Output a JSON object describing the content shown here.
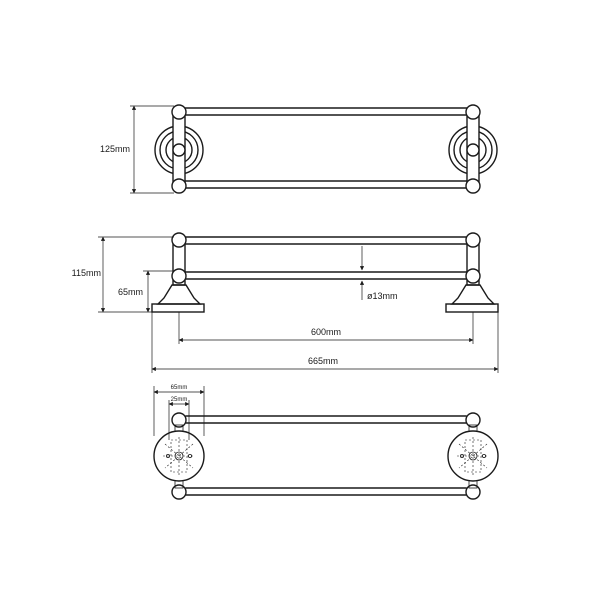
{
  "dimensions": {
    "height_top": "125mm",
    "height_total": "115mm",
    "height_bar": "65mm",
    "diameter": "ø13mm",
    "bar_centers": "600mm",
    "overall_length": "665mm",
    "plate_width": "65mm",
    "fix_spacing": "25mm"
  }
}
